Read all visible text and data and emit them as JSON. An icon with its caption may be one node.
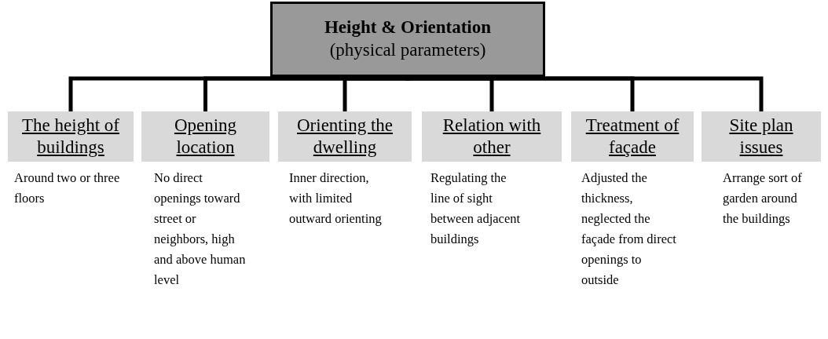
{
  "diagram": {
    "nodes": [
      {
        "text": [
          "Height & Orientation",
          "(physical parameters)"
        ]
      },
      {
        "text": [
          "The height of buildings"
        ],
        "beside": [
          "Around two or three floors"
        ]
      },
      {
        "text": [
          "Opening location"
        ],
        "beside": [
          "No direct openings toward street or neighbors, high and above human level"
        ]
      },
      {
        "text": [
          "Orienting the dwelling"
        ],
        "beside": [
          "Inner direction, with limited outward orienting"
        ]
      },
      {
        "text": [
          "Relation with other"
        ],
        "beside": [
          "Regulating the line of sight between adjacent buildings"
        ]
      },
      {
        "text": [
          "Treatment of façade"
        ],
        "beside": [
          "Adjusted the thickness, neglected the façade from direct openings to outside"
        ]
      },
      {
        "text": [
          "Site plan issues"
        ],
        "beside": [
          "Arrange sort of garden around the buildings"
        ]
      }
    ],
    "edges": [
      {
        "from": 0,
        "to": 1,
        "arrow": "none"
      },
      {
        "from": 0,
        "to": 2,
        "arrow": "none"
      },
      {
        "from": 0,
        "to": 3,
        "arrow": "none"
      },
      {
        "from": 0,
        "to": 4,
        "arrow": "none"
      },
      {
        "from": 0,
        "to": 5,
        "arrow": "none"
      },
      {
        "from": 0,
        "to": 6,
        "arrow": "none"
      }
    ]
  }
}
